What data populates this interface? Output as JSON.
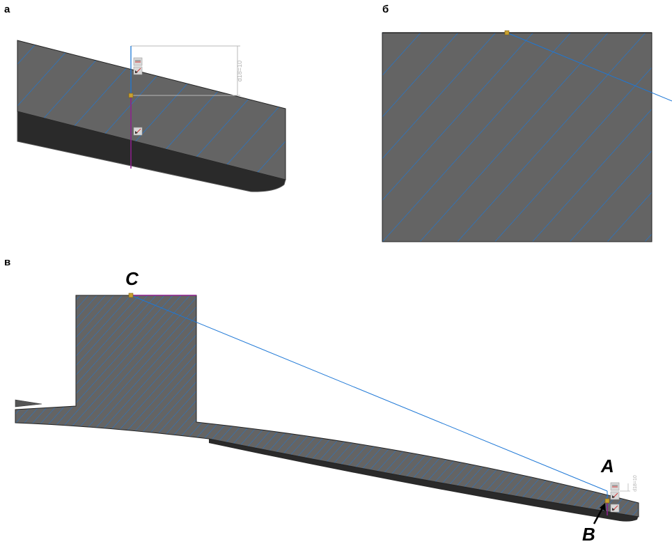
{
  "panels": {
    "a": {
      "label": "а",
      "dimension_text": "d18=10"
    },
    "b": {
      "label": "б"
    },
    "c": {
      "label": "в",
      "dimension_text": "d18=10"
    }
  },
  "points": {
    "A": "A",
    "B": "B",
    "C": "C"
  },
  "colors": {
    "face": "#646464",
    "underside": "#2a2a2a",
    "hatch": "#1e78d6",
    "section_line": "#8e1e8e",
    "point_marker": "#c8a030",
    "dim_line": "#b8b8b8"
  }
}
